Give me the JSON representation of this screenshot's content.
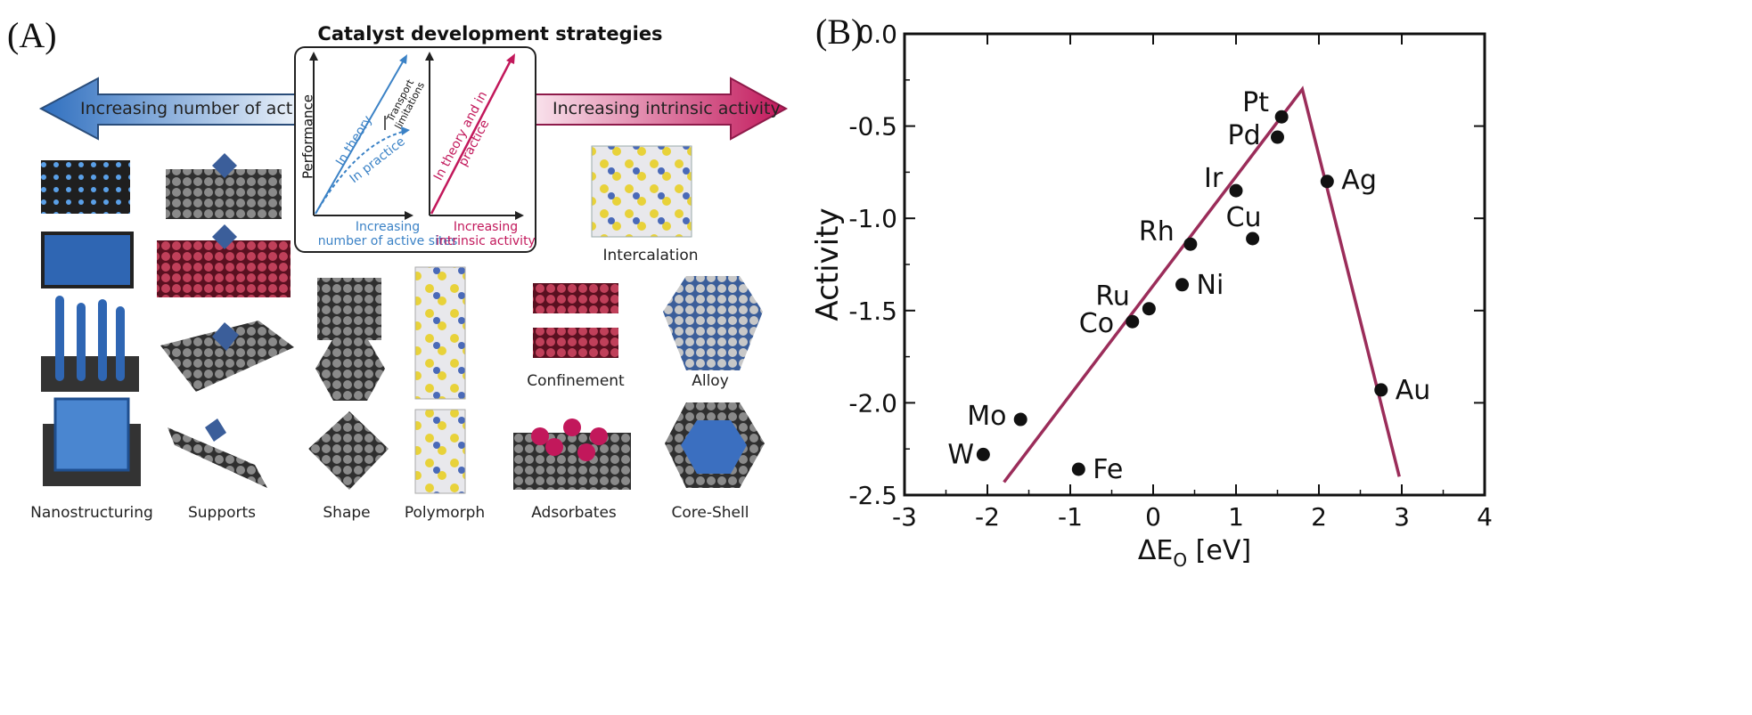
{
  "panel_a": {
    "letter": "(A)",
    "title": "Catalyst development strategies",
    "left_arrow": "Increasing number of active sites",
    "right_arrow": "Increasing intrinsic activity",
    "inset": {
      "y_label": "Performance",
      "in_theory": "In theory",
      "in_practice": "In practice",
      "transport": "Transport limitations",
      "in_theory_and_practice": "In theory and in practice",
      "x_label_left_1": "Increasing",
      "x_label_left_2": "number of active sites",
      "x_label_right_1": "Increasing",
      "x_label_right_2": "intrinsic activity"
    },
    "captions": {
      "nanostructuring": "Nanostructuring",
      "supports": "Supports",
      "shape": "Shape",
      "polymorph": "Polymorph",
      "adsorbates": "Adsorbates",
      "core_shell": "Core-Shell",
      "confinement": "Confinement",
      "alloy": "Alloy",
      "intercalation": "Intercalation"
    }
  },
  "panel_b": {
    "letter": "(B)"
  },
  "chart_data": {
    "type": "scatter",
    "ylabel": "Activity",
    "xlabel_main": "ΔE",
    "xlabel_sub": "O",
    "xlabel_unit": " [eV]",
    "xlim": [
      -3,
      4
    ],
    "ylim": [
      -2.5,
      0.0
    ],
    "xticks": [
      -3,
      -2,
      -1,
      0,
      1,
      2,
      3,
      4
    ],
    "yticks": [
      0.0,
      -0.5,
      -1.0,
      -1.5,
      -2.0,
      -2.5
    ],
    "ytick_labels": [
      "0.0",
      "-0.5",
      "-1.0",
      "-1.5",
      "-2.0",
      "-2.5"
    ],
    "grid": false,
    "points": [
      {
        "label": "Pt",
        "x": 1.55,
        "y": -0.45
      },
      {
        "label": "Pd",
        "x": 1.5,
        "y": -0.56
      },
      {
        "label": "Ag",
        "x": 2.1,
        "y": -0.8
      },
      {
        "label": "Ir",
        "x": 1.0,
        "y": -0.85
      },
      {
        "label": "Cu",
        "x": 1.2,
        "y": -1.11
      },
      {
        "label": "Rh",
        "x": 0.45,
        "y": -1.14
      },
      {
        "label": "Ni",
        "x": 0.35,
        "y": -1.36
      },
      {
        "label": "Ru",
        "x": -0.05,
        "y": -1.49
      },
      {
        "label": "Co",
        "x": -0.25,
        "y": -1.56
      },
      {
        "label": "Au",
        "x": 2.75,
        "y": -1.93
      },
      {
        "label": "Mo",
        "x": -1.6,
        "y": -2.09
      },
      {
        "label": "W",
        "x": -2.05,
        "y": -2.28
      },
      {
        "label": "Fe",
        "x": -0.9,
        "y": -2.36
      }
    ],
    "volcano_line": [
      {
        "x": -1.8,
        "y": -2.43
      },
      {
        "x": 1.8,
        "y": -0.3
      },
      {
        "x": 2.97,
        "y": -2.4
      }
    ],
    "line_color": "#9b2d5a",
    "point_color": "#111111"
  }
}
